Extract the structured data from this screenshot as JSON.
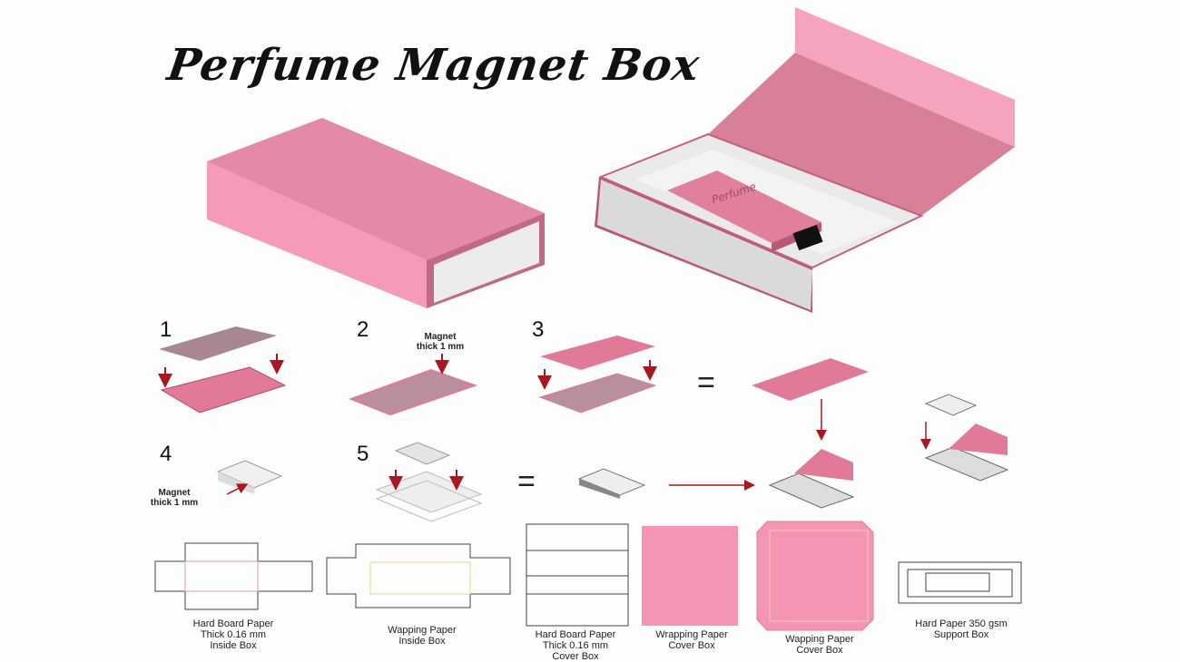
{
  "title": "Perfume Magnet Box",
  "colors": {
    "pink": "#f595b4",
    "pink_dark": "#d97c98",
    "arrow": "#a8181e",
    "board": "#c99aa5"
  },
  "steps": [
    {
      "number": "1"
    },
    {
      "number": "2",
      "note_line1": "Magnet",
      "note_line2": "thick 1 mm"
    },
    {
      "number": "3"
    },
    {
      "number": "4",
      "note_line1": "Magnet",
      "note_line2": "thick 1 mm"
    },
    {
      "number": "5"
    }
  ],
  "equals": "=",
  "product_label": "Perfume",
  "templates": [
    {
      "line1": "Hard Board Paper",
      "line2": "Thick 0.16 mm",
      "line3": "Inside Box"
    },
    {
      "line1": "Wapping Paper",
      "line2": "Inside Box"
    },
    {
      "line1": "Hard Board Paper",
      "line2": "Thick 0.16 mm",
      "line3": "Cover Box"
    },
    {
      "line1": "Wrapping Paper",
      "line2": "Cover Box"
    },
    {
      "line1": "Wapping Paper",
      "line2": "Cover Box"
    },
    {
      "line1": "Hard Paper 350 gsm",
      "line2": "Support Box"
    }
  ]
}
